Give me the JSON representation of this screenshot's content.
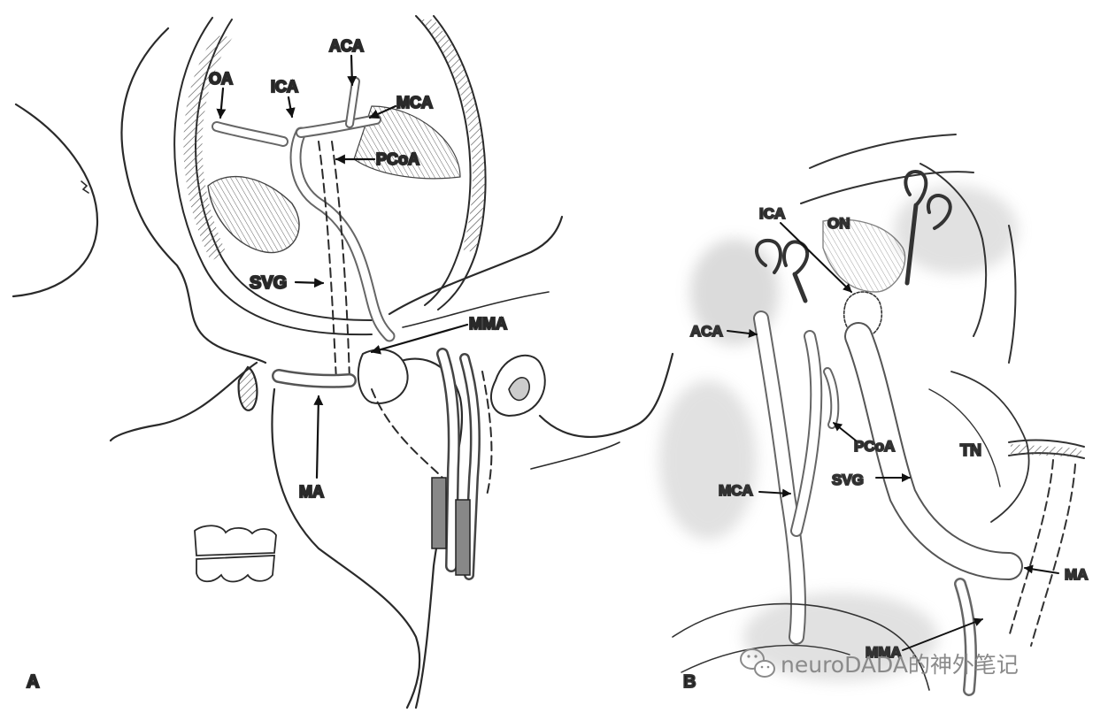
{
  "panel_a": {
    "letter": "A",
    "labels": {
      "oa": "OA",
      "ica": "ICA",
      "aca": "ACA",
      "mca": "MCA",
      "pcoa": "PCoA",
      "svg": "SVG",
      "mma": "MMA",
      "ma": "MA"
    }
  },
  "panel_b": {
    "letter": "B",
    "labels": {
      "ica": "ICA",
      "on": "ON",
      "aca": "ACA",
      "pcoa": "PCoA",
      "svg": "SVG",
      "tn": "TN",
      "mca": "MCA",
      "ma": "MA",
      "mma": "MMA"
    }
  },
  "watermark": {
    "icon": "wechat-icon",
    "text": "neuroDADA的神外笔记"
  }
}
